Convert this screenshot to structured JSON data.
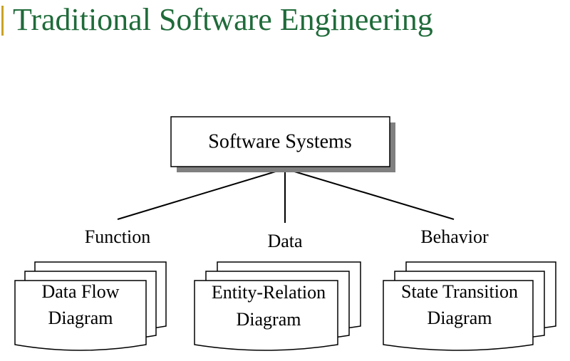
{
  "slide": {
    "title": "Traditional Software Engineering"
  },
  "diagram": {
    "root": "Software Systems",
    "branches": [
      {
        "label": "Function",
        "document_lines": [
          "Data Flow",
          "Diagram"
        ]
      },
      {
        "label": "Data",
        "document_lines": [
          "Entity-Relation",
          "Diagram"
        ]
      },
      {
        "label": "Behavior",
        "document_lines": [
          "State Transition",
          "Diagram"
        ]
      }
    ]
  },
  "colors": {
    "title": "#1f6b3a",
    "accent": "#c9a227",
    "shadow": "#808080",
    "stroke": "#000000"
  }
}
